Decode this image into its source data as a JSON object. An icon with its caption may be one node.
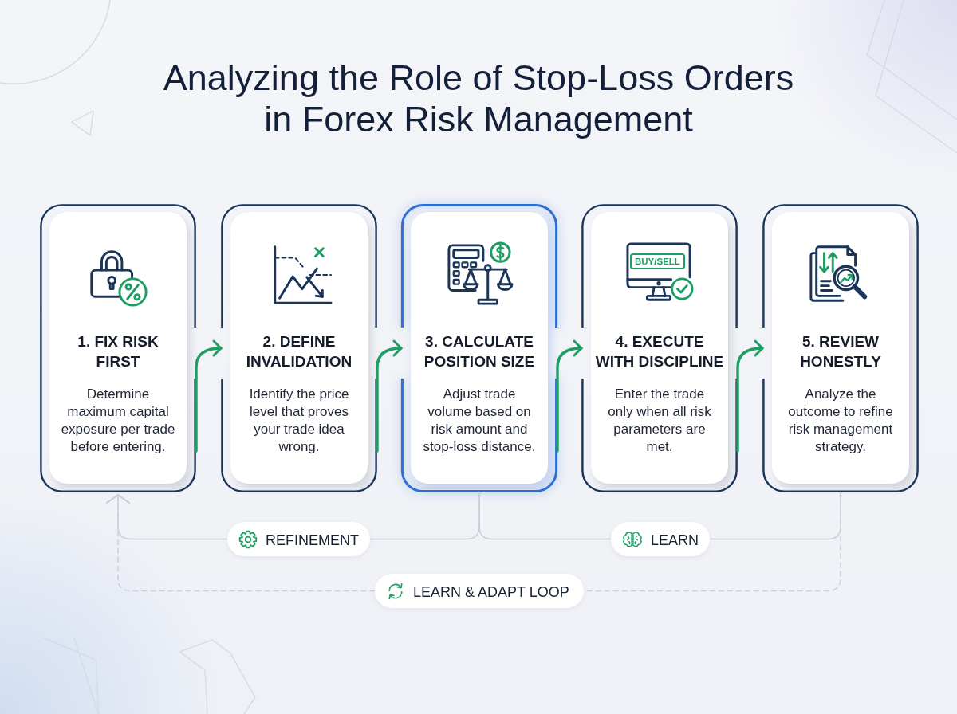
{
  "diagram": {
    "title": "Analyzing the Role of Stop-Loss Orders in Forex Risk Management",
    "nodes": [
      {
        "text": [
          "1. FIX RISK FIRST",
          "Determine maximum capital exposure per trade before entering."
        ]
      },
      {
        "text": [
          "2. DEFINE INVALIDATION",
          "Identify the price level that proves your trade idea wrong."
        ]
      },
      {
        "text": [
          "3. CALCULATE POSITION SIZE",
          "Adjust trade volume based on risk amount and stop-loss distance."
        ]
      },
      {
        "text": [
          "4. EXECUTE WITH DISCIPLINE",
          "Enter the trade only when all risk parameters are met."
        ]
      },
      {
        "text": [
          "5. REVIEW HONESTLY",
          "Analyze the outcome to refine risk management strategy."
        ]
      },
      {
        "text": [
          "REFINEMENT"
        ]
      },
      {
        "text": [
          "LEARN"
        ]
      },
      {
        "text": [
          "LEARN & ADAPT LOOP"
        ]
      }
    ],
    "edges": [
      {
        "from": 0,
        "to": 1,
        "arrow": "to",
        "style": "thick",
        "color": "#1e9e63"
      },
      {
        "from": 1,
        "to": 2,
        "arrow": "to",
        "style": "thick",
        "color": "#1e9e63"
      },
      {
        "from": 2,
        "to": 3,
        "arrow": "to",
        "style": "thick",
        "color": "#1e9e63"
      },
      {
        "from": 3,
        "to": 4,
        "arrow": "to",
        "style": "thick",
        "color": "#1e9e63"
      },
      {
        "from": 2,
        "to": 5,
        "arrow": "none",
        "color": "#c9cfdb"
      },
      {
        "from": 5,
        "to": 0,
        "arrow": "to",
        "color": "#c9cfdb"
      },
      {
        "from": 2,
        "to": 6,
        "arrow": "none",
        "color": "#c9cfdb"
      },
      {
        "from": 6,
        "to": 4,
        "arrow": "none",
        "color": "#c9cfdb"
      },
      {
        "from": 4,
        "to": 7,
        "arrow": "none",
        "style": "dashed",
        "color": "#c9cfdb"
      },
      {
        "from": 7,
        "to": 0,
        "arrow": "to",
        "style": "dashed",
        "color": "#c9cfdb"
      }
    ],
    "labels": [
      "BUY/SELL"
    ]
  }
}
